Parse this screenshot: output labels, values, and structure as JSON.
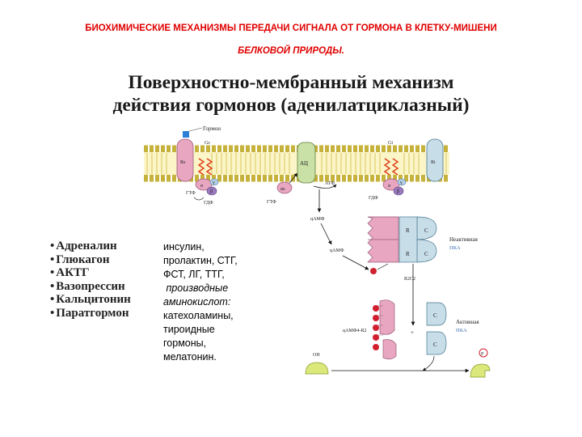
{
  "header": {
    "line1": "БИОХИМИЧЕСКИЕ МЕХАНИЗМЫ ПЕРЕДАЧИ СИГНАЛА ОТ ГОРМОНА В КЛЕТКУ-МИШЕНИ",
    "line2": "БЕЛКОВОЙ ПРИРОДЫ."
  },
  "slide_title": {
    "line1": "Поверхностно-мембранный механизм",
    "line2": "действия гормонов (аденилатциклазный)"
  },
  "hormones": [
    "Адреналин",
    "Глюкагон",
    "АКТГ",
    "Вазопрессин",
    "Кальцитонин",
    "Паратгормон"
  ],
  "side_note": {
    "line1": "инсулин,",
    "line2": "пролактин, СТГ,",
    "line3": "ФСТ, ЛГ, ТТГ,",
    "line4": " производные",
    "line5": "аминокислот:",
    "line6": "катехоламины,",
    "line7": "тироидные",
    "line8": "гормоны,",
    "line9": "мелатонин."
  },
  "diagram": {
    "hormone": "Гормон",
    "gs": "Gs",
    "gi": "Gi",
    "rs": "Rs",
    "ri": "Ri",
    "ac": "АЦ",
    "gtp1": "ГТФ",
    "gdp1": "ГДФ",
    "gtp2": "ГТФ",
    "atp": "АТФ",
    "gdp2": "ГДФ",
    "camp1": "цАМФ",
    "camp2": "цАМФ",
    "r": "R",
    "c": "C",
    "inactive": "Неактивная",
    "inactive_pka": "ПКА",
    "r2c2": "R2C2",
    "camp_r2": "цАМФ4-R2",
    "plus": "+",
    "active": "Активная",
    "active_pka": "ПКА",
    "oh": "OH",
    "p": "P",
    "alpha": "α",
    "beta": "β",
    "gamma": "γ",
    "alpha_s": "αs"
  },
  "colors": {
    "header_red": "#e00000",
    "membrane_yellow": "#e8d54a",
    "receptor_pink": "#e8a6c0",
    "ac_green": "#c9e0a6",
    "ri_blue": "#c7dde8",
    "camp_red": "#d01f2e",
    "substrate_green": "#dbe87a"
  }
}
